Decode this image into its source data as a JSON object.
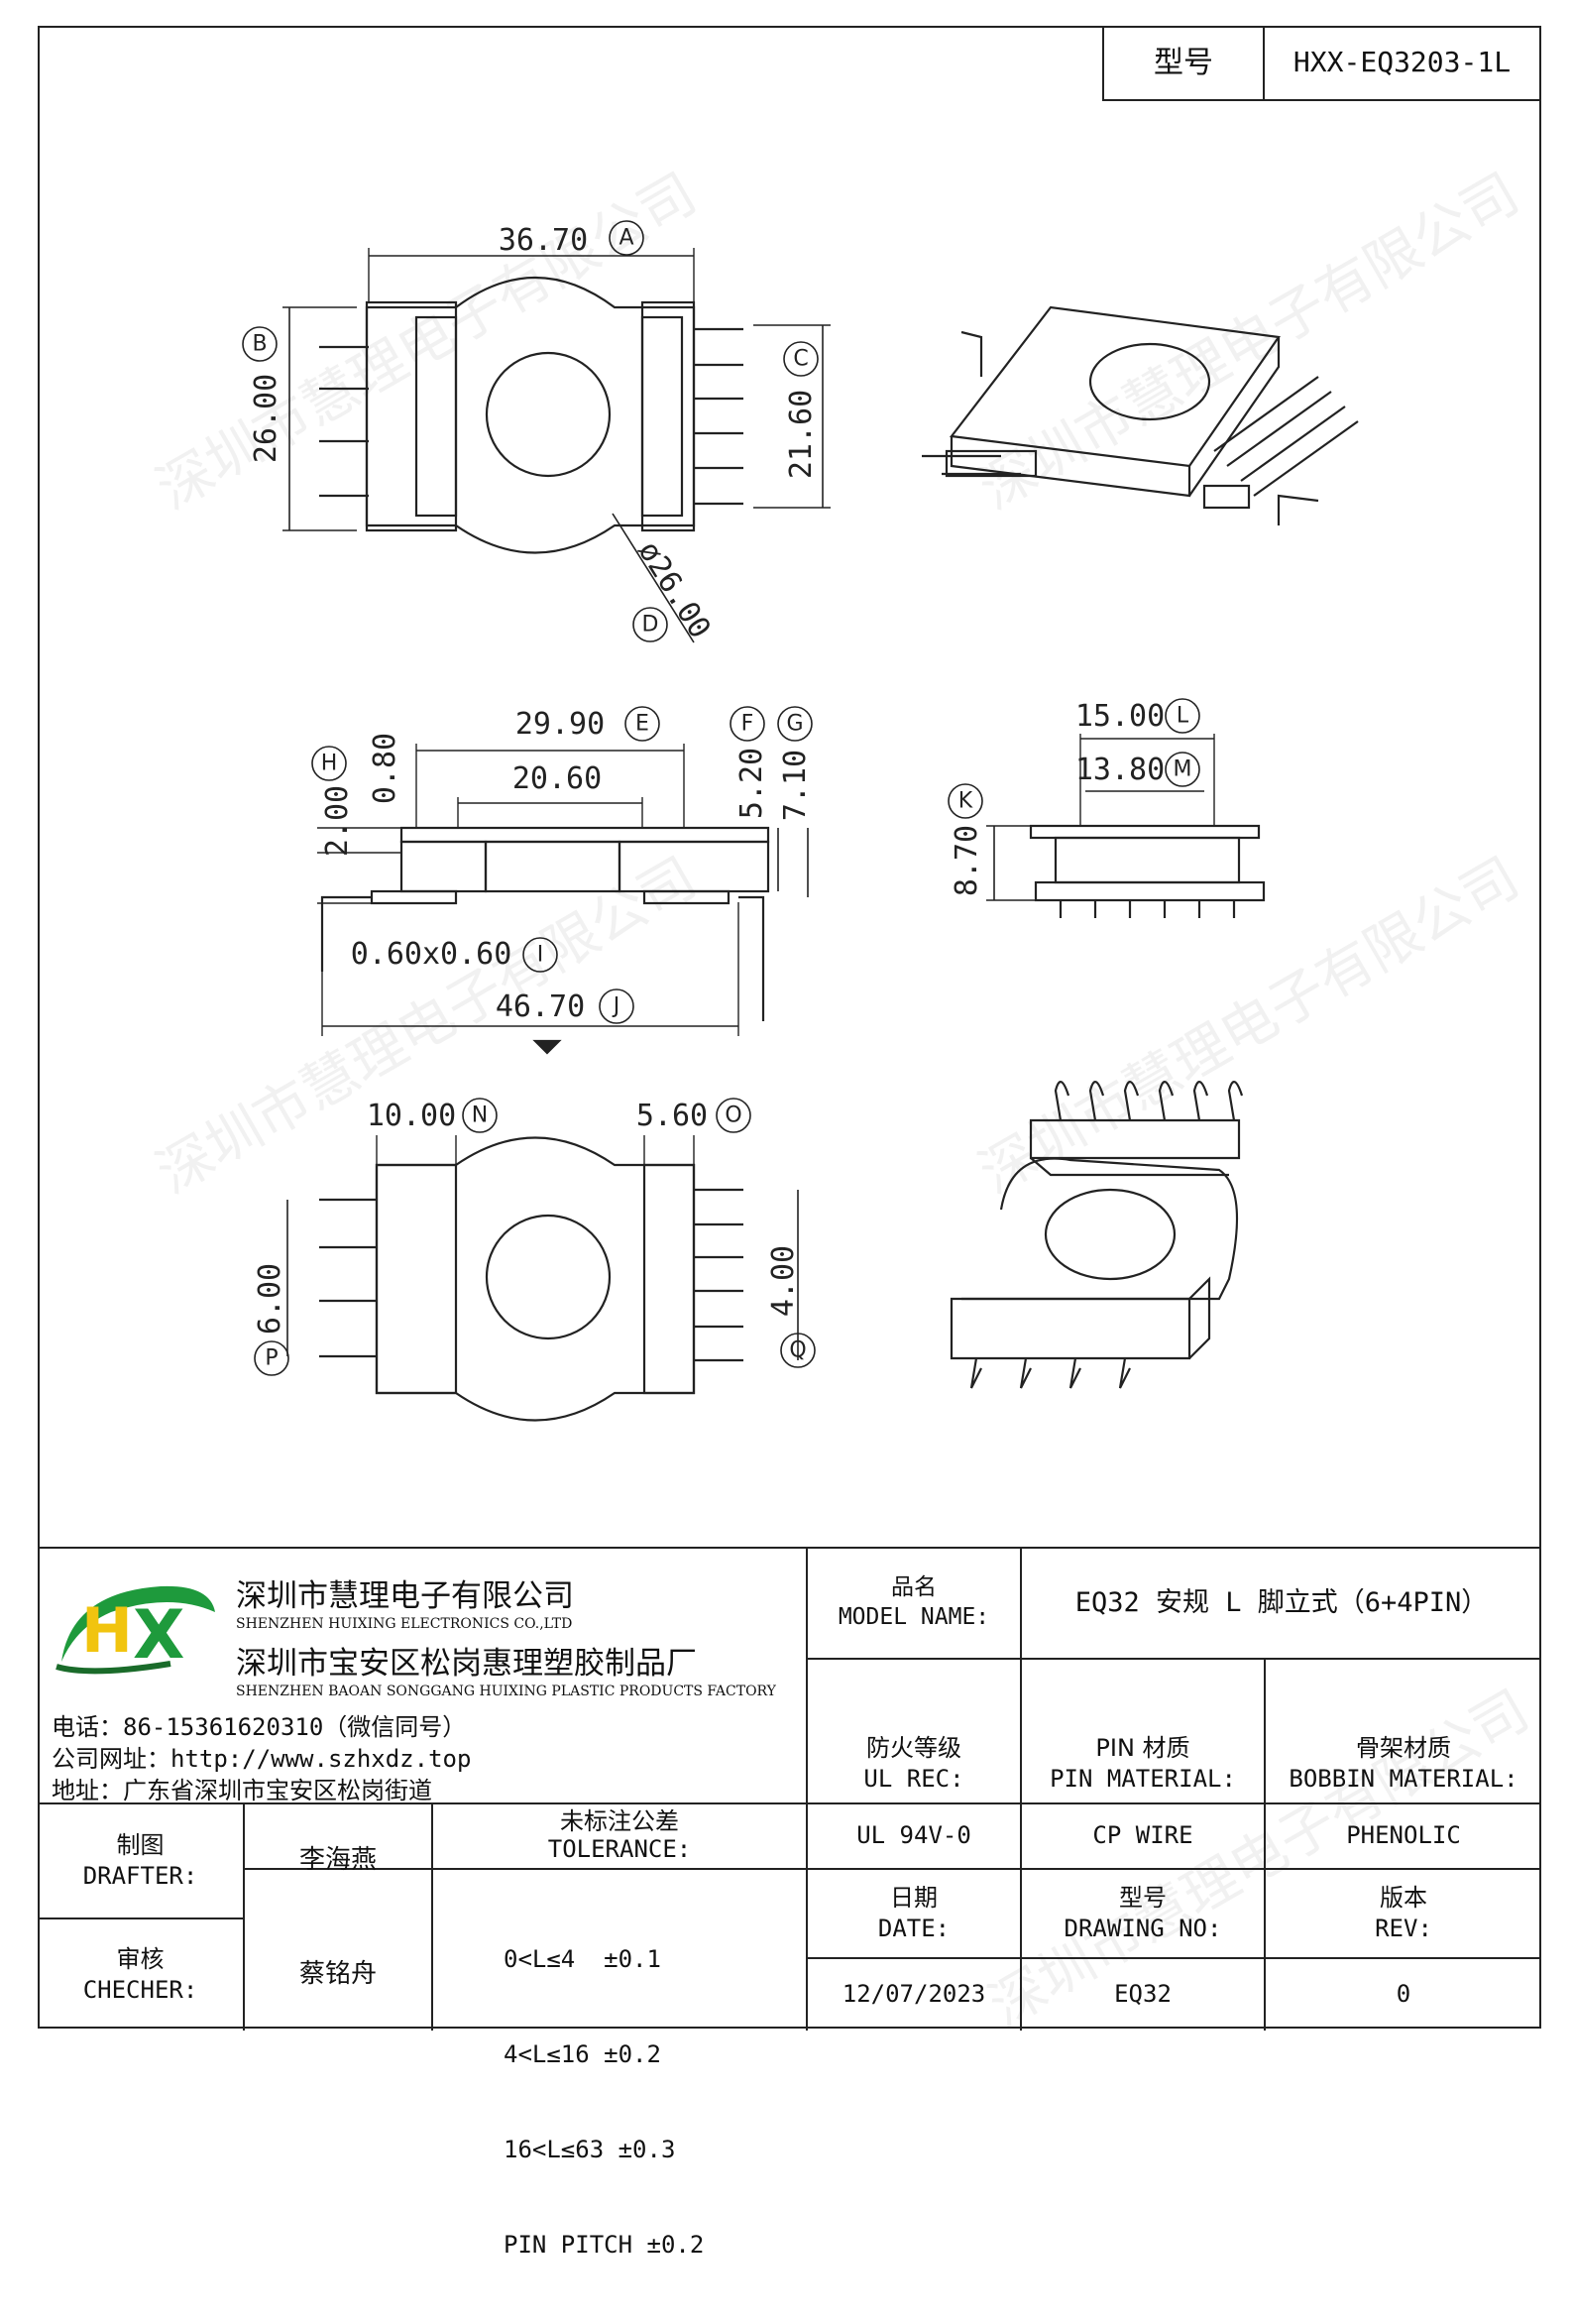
{
  "model_box": {
    "label": "型号",
    "value": "HXX-EQ3203-1L"
  },
  "dims": {
    "A": "36.70",
    "B": "26.00",
    "C": "21.60",
    "D": "ø26.00",
    "E": "29.90",
    "inner_e": "20.60",
    "F": "5.20",
    "G": "7.10",
    "H": "2.00",
    "H_top": "0.80",
    "I": "0.60x0.60",
    "J": "46.70",
    "K": "8.70",
    "L": "15.00",
    "M": "13.80",
    "N": "10.00",
    "O": "5.60",
    "P": "6.00",
    "Q": "4.00"
  },
  "letters": {
    "A": "A",
    "B": "B",
    "C": "C",
    "D": "D",
    "E": "E",
    "F": "F",
    "G": "G",
    "H": "H",
    "I": "I",
    "J": "J",
    "K": "K",
    "L": "L",
    "M": "M",
    "N": "N",
    "O": "O",
    "P": "P",
    "Q": "Q"
  },
  "watermark": "深圳市慧理电子有限公司",
  "company": {
    "name_cn": "深圳市慧理电子有限公司",
    "name_en": "SHENZHEN HUIXING ELECTRONICS CO.,LTD",
    "factory_cn": "深圳市宝安区松岗惠理塑胶制品厂",
    "factory_en": "SHENZHEN BAOAN SONGGANG HUIXING PLASTIC PRODUCTS FACTORY",
    "phone": "电话：86-15361620310（微信同号）",
    "website": "公司网址：http://www.szhxdz.top",
    "address": "地址：广东省深圳市宝安区松岗街道",
    "logo_text": "HX",
    "logo_colors": {
      "green": "#1e9a3c",
      "yellow": "#f1c40f",
      "dark": "#1a6b2a"
    }
  },
  "table": {
    "product_name_label_cn": "品名",
    "product_name_label_en": "MODEL NAME:",
    "product_name_value": "EQ32 安规 L 脚立式（6+4PIN）",
    "fire_label_cn": "防火等级",
    "fire_label_en": "UL REC:",
    "pin_label_cn": "PIN 材质",
    "pin_label_en": "PIN MATERIAL:",
    "bobbin_label_cn": "骨架材质",
    "bobbin_label_en": "BOBBIN MATERIAL:",
    "fire_value": "UL 94V-0",
    "pin_value": "CP WIRE",
    "bobbin_value": "PHENOLIC",
    "date_label_cn": "日期",
    "date_label_en": "DATE:",
    "drawing_label_cn": "型号",
    "drawing_label_en": "DRAWING NO:",
    "rev_label_cn": "版本",
    "rev_label_en": "REV:",
    "date_value": "12/07/2023",
    "drawing_value": "EQ32",
    "rev_value": "0",
    "drafter_label_cn": "制图",
    "drafter_label_en": "DRAFTER:",
    "drafter_value": "李海燕",
    "checker_label_cn": "审核",
    "checker_label_en": "CHECHER:",
    "checker_value": "蔡铭舟",
    "tol_label_cn": "未标注公差",
    "tol_label_en": "TOLERANCE:",
    "tolerances": [
      "0<L≤4  ±0.1",
      "4<L≤16 ±0.2",
      "16<L≤63 ±0.3",
      "PIN PITCH ±0.2"
    ]
  }
}
